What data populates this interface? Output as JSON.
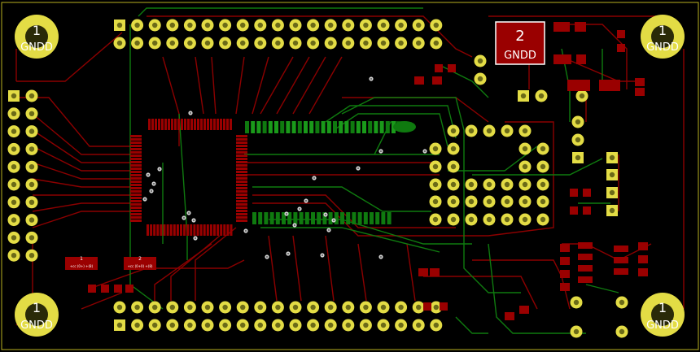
{
  "colors": {
    "background": "#000000",
    "copper_top": "#8b0000",
    "copper_bottom": "#0f7a0f",
    "pad": "#e3dc45",
    "pad_hole": "#6b6a18",
    "smd_pad": "#9a0000",
    "outline": "#b8b020",
    "via": "#d0d0d0"
  },
  "mount_holes": [
    {
      "id": "mh-top-left",
      "number": "1",
      "net": "GNDD"
    },
    {
      "id": "mh-top-right",
      "number": "1",
      "net": "GNDD"
    },
    {
      "id": "mh-bottom-left",
      "number": "1",
      "net": "GNDD"
    },
    {
      "id": "mh-bottom-right",
      "number": "1",
      "net": "GNDD"
    }
  ],
  "gnd_pad": {
    "number": "2",
    "net": "GNDD"
  },
  "small_parts": [
    {
      "number": "1",
      "caption": "+cc (0+) +(8)"
    },
    {
      "number": "2",
      "caption": "+cc (0+0) +(8)"
    }
  ],
  "icons": {
    "mount_hole": "mount-hole-icon",
    "via": "via-icon",
    "pad": "through-hole-pad-icon"
  }
}
